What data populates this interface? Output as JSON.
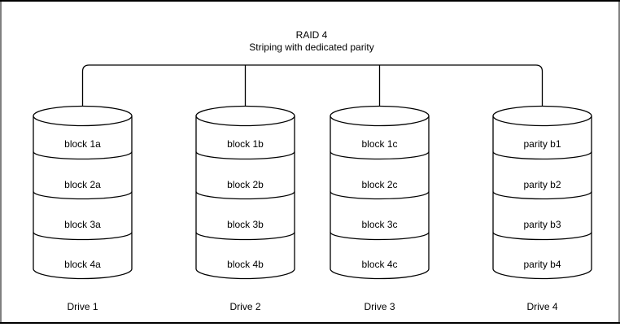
{
  "diagram": {
    "title": "RAID 4",
    "subtitle": "Striping with dedicated parity"
  },
  "drives": [
    {
      "label": "Drive 1",
      "blocks": [
        "block 1a",
        "block 2a",
        "block 3a",
        "block 4a"
      ]
    },
    {
      "label": "Drive 2",
      "blocks": [
        "block 1b",
        "block 2b",
        "block 3b",
        "block 4b"
      ]
    },
    {
      "label": "Drive 3",
      "blocks": [
        "block 1c",
        "block 2c",
        "block 3c",
        "block 4c"
      ]
    },
    {
      "label": "Drive 4",
      "blocks": [
        "parity b1",
        "parity b2",
        "parity b3",
        "parity b4"
      ]
    }
  ],
  "colors": {
    "line": "#000000",
    "text": "#000000",
    "background": "#ffffff",
    "frame_top_bottom": "#000000",
    "frame_sides": "#808080"
  }
}
